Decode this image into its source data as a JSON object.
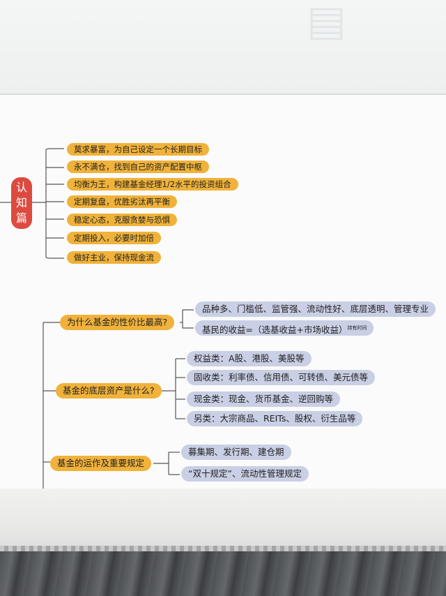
{
  "category": {
    "chars": [
      "认",
      "知",
      "篇"
    ]
  },
  "tips": [
    "莫求暴富，为自己设定一个长期目标",
    "永不满仓，找到自己的资产配置中枢",
    "均衡为王，构建基金经理1/2水平的投资组合",
    "定期复盘，优胜劣汰再平衡",
    "稳定心态，克服贪婪与恐惧",
    "定期投入，必要时加倍",
    "做好主业，保持现金流"
  ],
  "q1": {
    "title": "为什么基金的性价比最高?",
    "answers": [
      "品种多、门槛低、监管强、流动性好、底层透明、管理专业",
      "基民的收益=（选基收益+市场收益）"
    ],
    "superscript": "持有时间"
  },
  "q2": {
    "title": "基金的底层资产是什么?",
    "answers": [
      "权益类：A股、港股、美股等",
      "固收类：利率债、信用债、可转债、美元债等",
      "现金类：现金、货币基金、逆回购等",
      "另类：大宗商品、REITs、股权、衍生品等"
    ]
  },
  "q3": {
    "title": "基金的运作及重要规定",
    "answers": [
      "募集期、发行期、建仓期",
      "“双十规定”、流动性管理规定"
    ]
  },
  "colors": {
    "orange": "#f0b23a",
    "lavender": "#c9cfe4",
    "red": "#dd4a3f"
  }
}
